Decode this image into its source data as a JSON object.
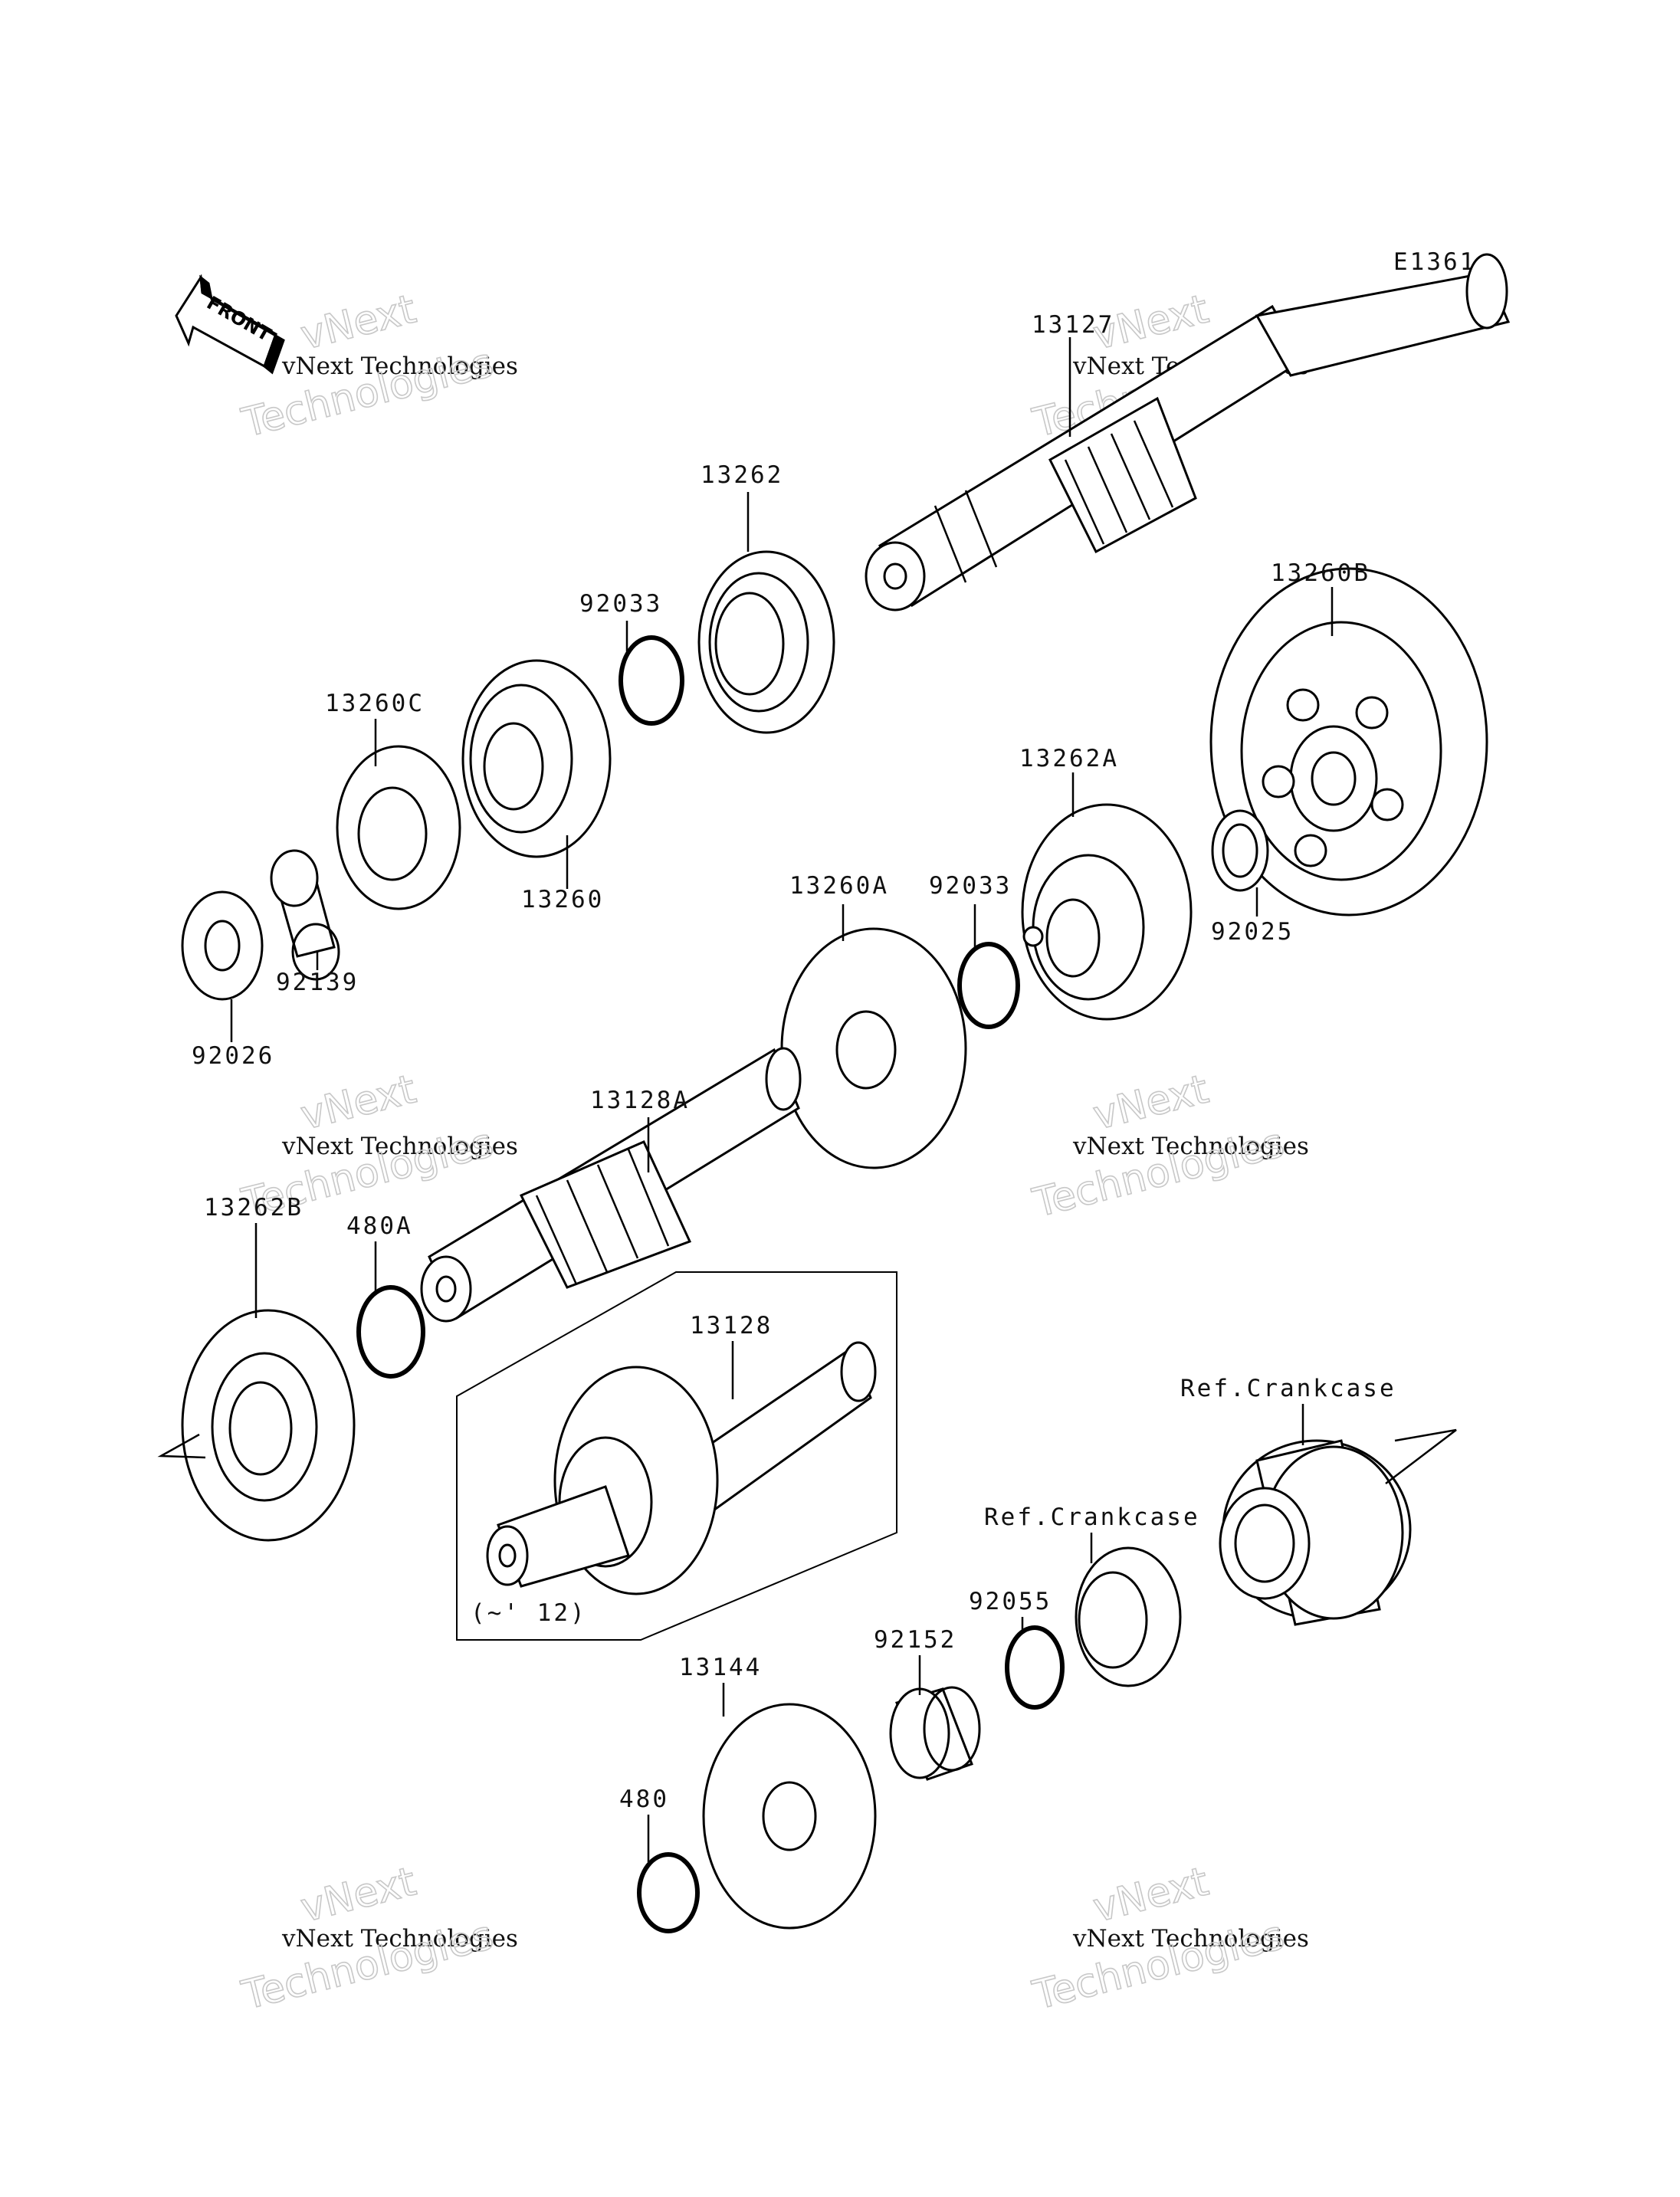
{
  "diagram": {
    "code": "E1361",
    "front_arrow_label": "FRONT",
    "variant_note": "(~' 12)",
    "watermark": {
      "line1": "vNext Technologies",
      "line2": "vNext",
      "line3": "Technologies"
    },
    "parts": [
      {
        "id": "p13127",
        "number": "13127"
      },
      {
        "id": "p13262",
        "number": "13262"
      },
      {
        "id": "p92033a",
        "number": "92033"
      },
      {
        "id": "p13260C",
        "number": "13260C"
      },
      {
        "id": "p13260",
        "number": "13260"
      },
      {
        "id": "p92139",
        "number": "92139"
      },
      {
        "id": "p92026",
        "number": "92026"
      },
      {
        "id": "p13260B",
        "number": "13260B"
      },
      {
        "id": "p13262A",
        "number": "13262A"
      },
      {
        "id": "p92025",
        "number": "92025"
      },
      {
        "id": "p13260A",
        "number": "13260A"
      },
      {
        "id": "p92033b",
        "number": "92033"
      },
      {
        "id": "p13128A",
        "number": "13128A"
      },
      {
        "id": "p13262B",
        "number": "13262B"
      },
      {
        "id": "p480A",
        "number": "480A"
      },
      {
        "id": "p13128",
        "number": "13128"
      },
      {
        "id": "refA",
        "number": "Ref.Crankcase"
      },
      {
        "id": "refB",
        "number": "Ref.Crankcase"
      },
      {
        "id": "p92055",
        "number": "92055"
      },
      {
        "id": "p92152",
        "number": "92152"
      },
      {
        "id": "p13144",
        "number": "13144"
      },
      {
        "id": "p480",
        "number": "480"
      }
    ]
  }
}
